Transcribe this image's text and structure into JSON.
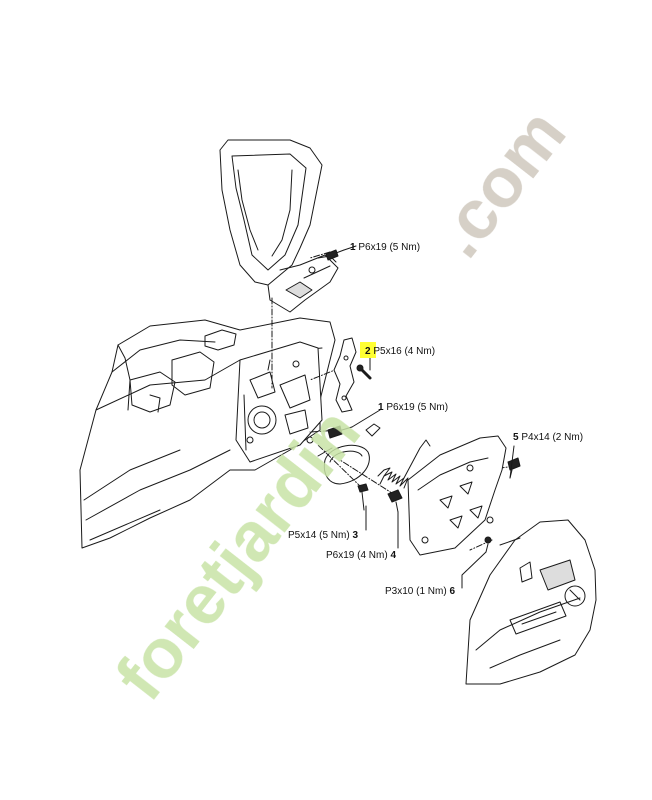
{
  "callouts": [
    {
      "num": "1",
      "spec": "P6x19 (5 Nm)"
    },
    {
      "num": "2",
      "spec": "P5x16 (4 Nm)"
    },
    {
      "num": "1",
      "spec": "P6x19 (5 Nm)"
    },
    {
      "num": "5",
      "spec": "P4x14 (2 Nm)"
    },
    {
      "num": "3",
      "spec": "P5x14 (5 Nm)"
    },
    {
      "num": "4",
      "spec": "P6x19 (4 Nm)"
    },
    {
      "num": "6",
      "spec": "P3x10 (1 Nm)"
    }
  ],
  "watermark": {
    "text": "foretjardin.com",
    "color_green": "#c8e3a6",
    "color_grey": "#cfc8bd"
  },
  "highlight_color": "#ffff33"
}
